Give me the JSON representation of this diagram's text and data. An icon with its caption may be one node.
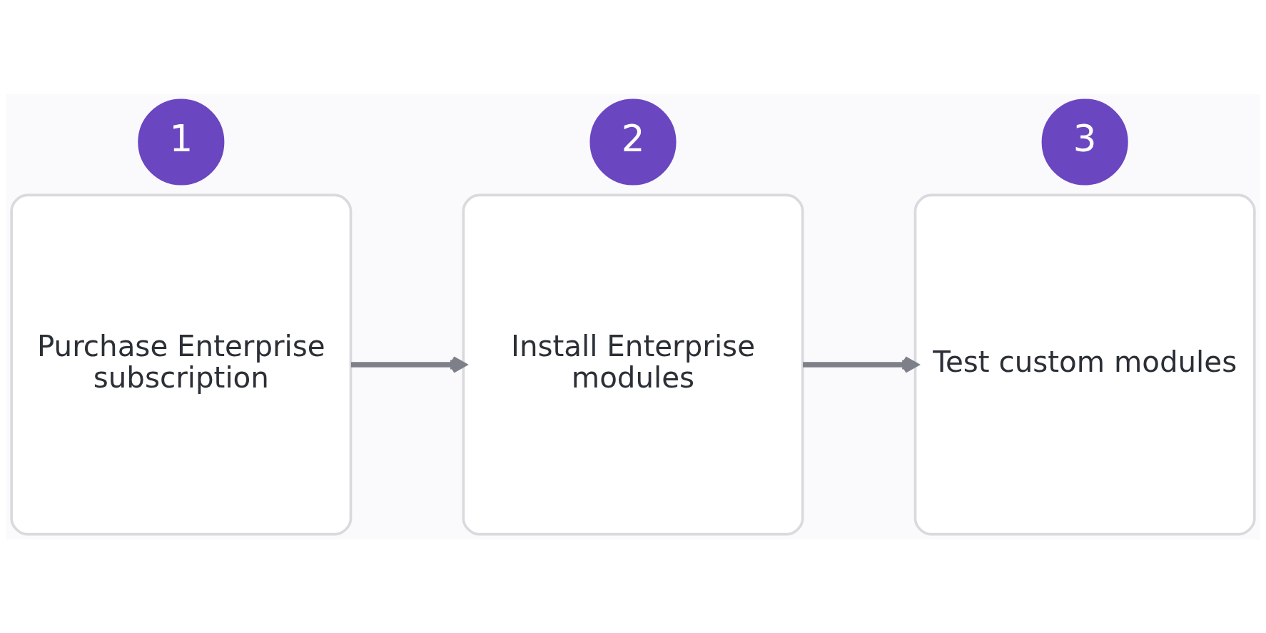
{
  "diagram": {
    "nodes": [
      {
        "text": [
          "1"
        ]
      },
      {
        "text": [
          "Purchase Enterprise subscription"
        ]
      },
      {
        "text": [
          "2"
        ]
      },
      {
        "text": [
          "Install Enterprise modules"
        ]
      },
      {
        "text": [
          "3"
        ]
      },
      {
        "text": [
          "Test custom modules"
        ]
      }
    ],
    "edges": [
      {
        "from": 1,
        "to": 3,
        "arrow": "to"
      },
      {
        "from": 3,
        "to": 5,
        "arrow": "to"
      }
    ]
  }
}
